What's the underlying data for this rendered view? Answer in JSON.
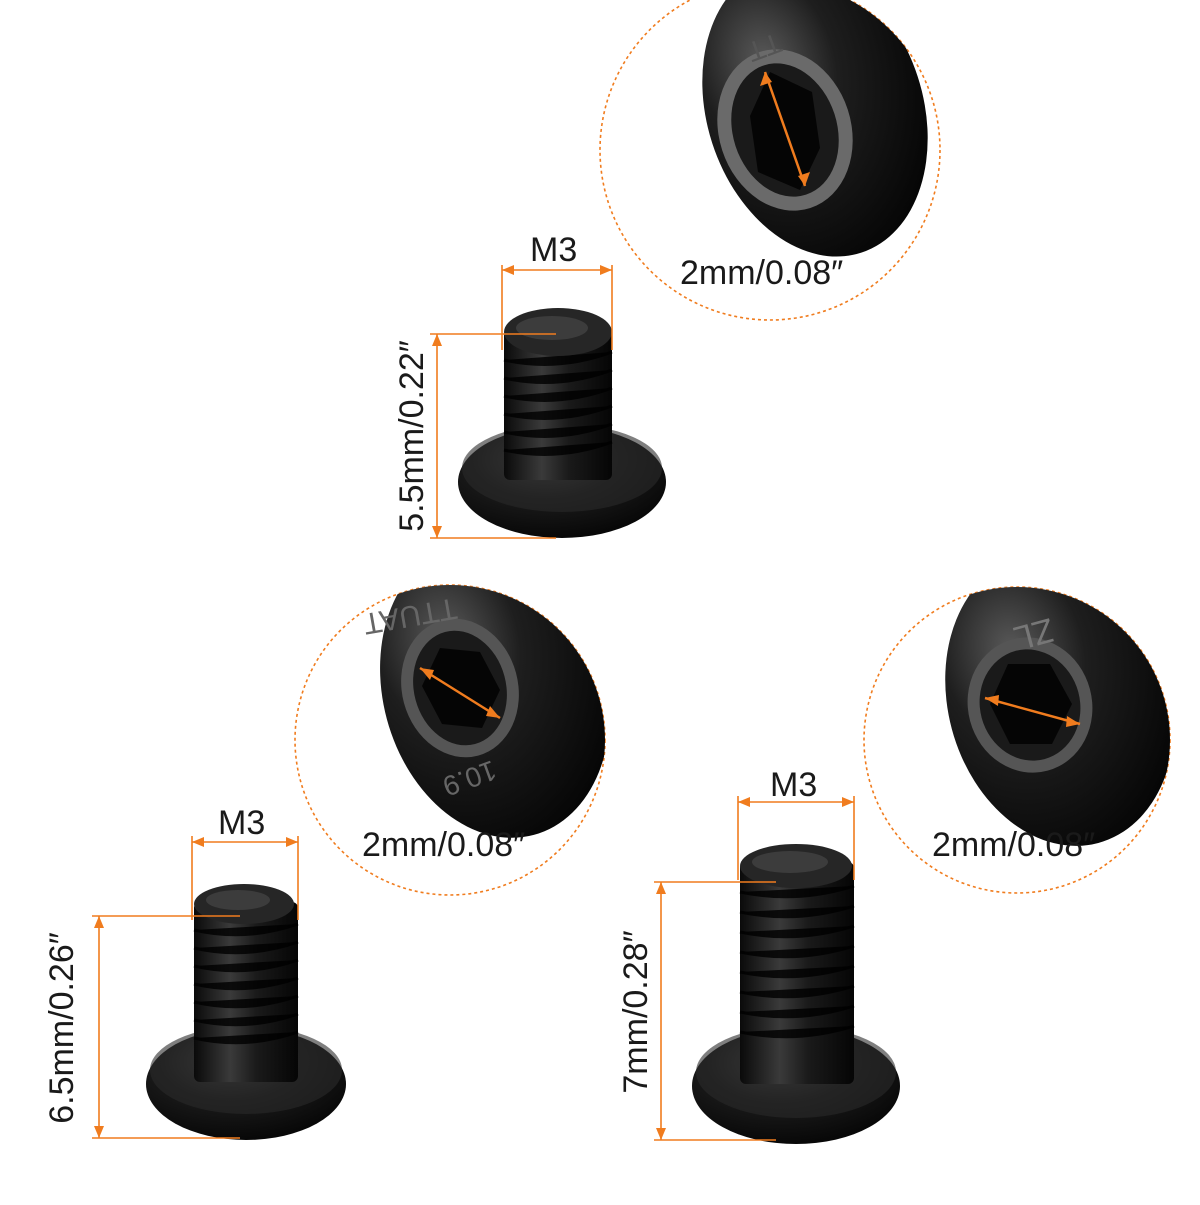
{
  "colors": {
    "dimension_line": "#f07c1e",
    "screw_body": "#111111",
    "background": "#ffffff"
  },
  "screws": [
    {
      "thread_label": "M3",
      "length_label": "5.5mm/0.22″",
      "hex_label": "2mm/0.08″",
      "head_marking": "TT"
    },
    {
      "thread_label": "M3",
      "length_label": "6.5mm/0.26″",
      "hex_label": "2mm/0.08″",
      "head_marking": "10.9"
    },
    {
      "thread_label": "M3",
      "length_label": "7mm/0.28″",
      "hex_label": "2mm/0.08″",
      "head_marking": "ZL"
    }
  ]
}
